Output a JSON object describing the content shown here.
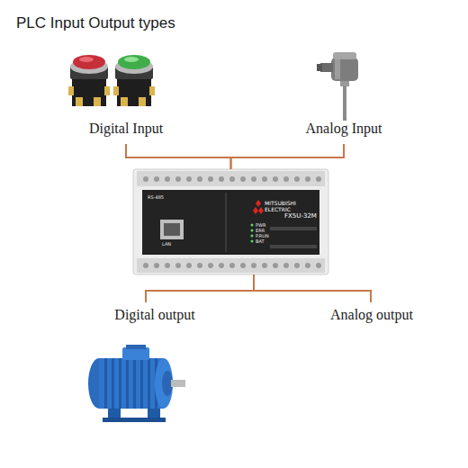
{
  "diagram": {
    "title": "PLC Input Output types",
    "nodes": [
      {
        "text": [
          "Digital Input"
        ]
      },
      {
        "text": [
          "Analog Input"
        ]
      },
      {
        "text": [
          "MITSUBISHI ELECTRIC",
          "FX5U-32M"
        ]
      },
      {
        "text": [
          "Digital output"
        ]
      },
      {
        "text": [
          "Analog output"
        ]
      }
    ],
    "edges": [
      {
        "from": 0,
        "to": 2,
        "arrow": "none"
      },
      {
        "from": 1,
        "to": 2,
        "arrow": "none"
      },
      {
        "from": 2,
        "to": 3,
        "arrow": "none"
      },
      {
        "from": 2,
        "to": 4,
        "arrow": "none"
      }
    ],
    "labels": [
      "RS-485",
      "LAN",
      "PWR",
      "ERR",
      "P.RUN",
      "BAT"
    ]
  }
}
